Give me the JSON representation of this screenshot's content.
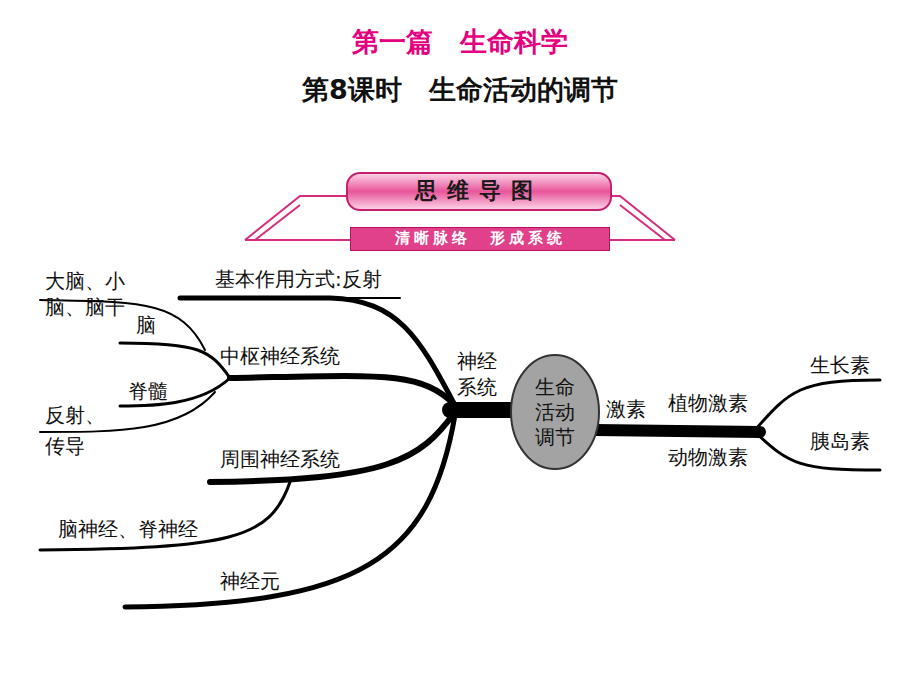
{
  "diagram": {
    "title": "第一篇　生命科学",
    "nodes": [
      {
        "text": [
          "思维导图"
        ]
      },
      {
        "text": [
          "清晰脉络　形成系统"
        ]
      },
      {
        "text": [
          "生命活动调节"
        ]
      }
    ],
    "labels": [
      "第8课时　生命活动的调节",
      "基本作用方式:反射",
      "大脑、小脑、脑干",
      "脑",
      "中枢神经系统",
      "脊髓",
      "反射、传导",
      "周围神经系统",
      "脑神经、脊神经",
      "神经元",
      "神经系统",
      "激素",
      "植物激素",
      "动物激素",
      "生长素",
      "胰岛素"
    ]
  }
}
